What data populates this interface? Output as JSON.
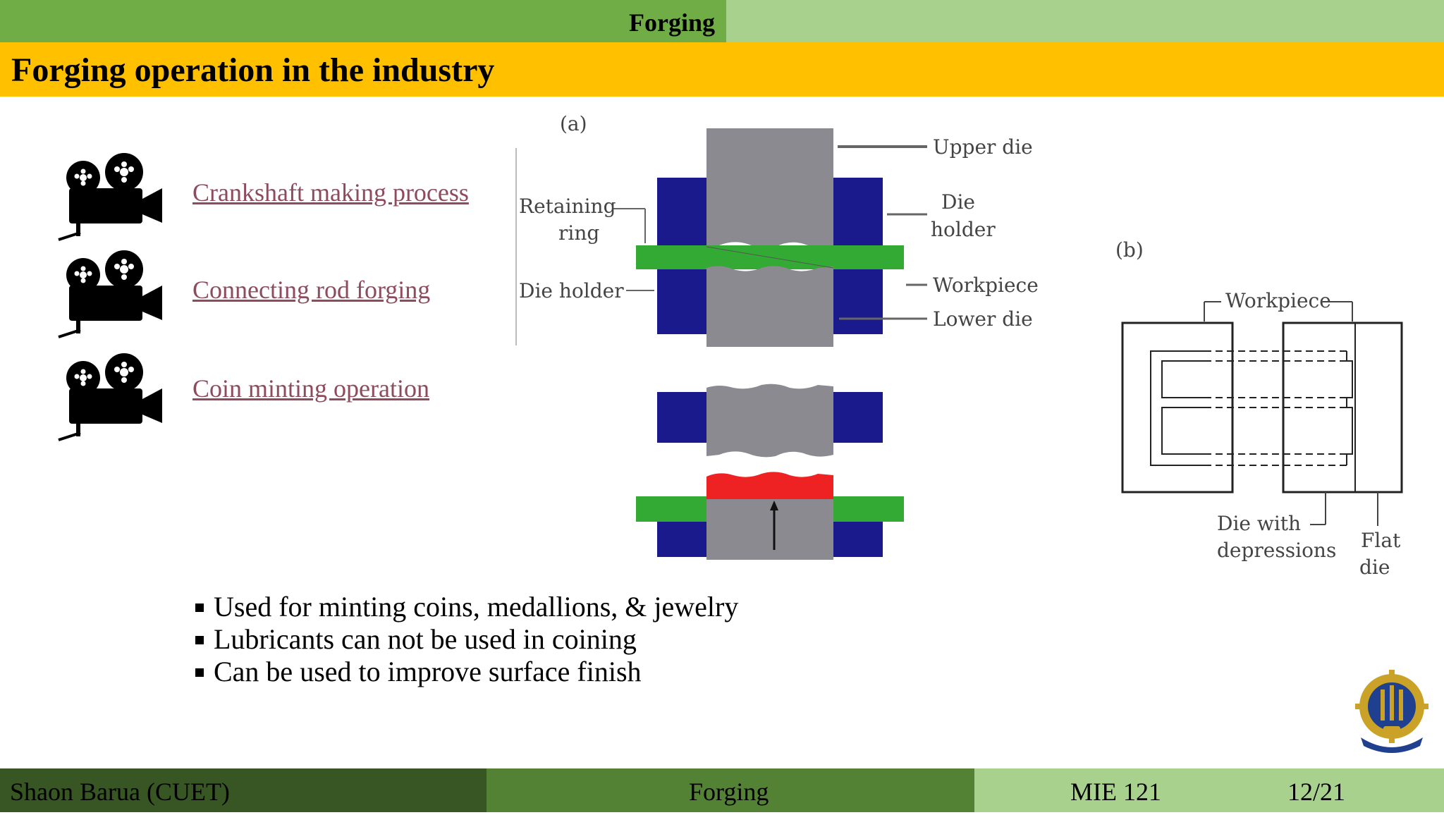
{
  "header": {
    "section_title": "Forging"
  },
  "slide": {
    "title": "Forging operation in the industry"
  },
  "videos": [
    {
      "label": "Crankshaft  making process",
      "icon": "video-camera-icon"
    },
    {
      "label": "Connecting rod forging",
      "icon": "video-camera-icon"
    },
    {
      "label": "Coin minting operation",
      "icon": "video-camera-icon"
    }
  ],
  "figure_a": {
    "tag": "(a)",
    "labels": {
      "upper_die": "Upper  die",
      "die_holder_right_1": "Die",
      "die_holder_right_2": "holder",
      "retaining_ring_1": "Retaining",
      "retaining_ring_2": "ring",
      "die_holder_left": "Die  holder",
      "workpiece": "Workpiece",
      "lower_die": "Lower  die"
    }
  },
  "figure_b": {
    "tag": "(b)",
    "labels": {
      "workpiece": "Workpiece",
      "die_with_1": "Die  with",
      "die_with_2": "depressions",
      "flat_1": "Flat",
      "flat_2": "die"
    }
  },
  "bullets": [
    "Used for minting coins, medallions, & jewelry",
    "Lubricants can not be used in coining",
    "Can be used to improve surface finish"
  ],
  "footer": {
    "author": "Shaon Barua (CUET)",
    "topic": "Forging",
    "course": "MIE 121",
    "page": "12/21"
  },
  "colors": {
    "header_dark_green": "#70ad47",
    "header_light_green": "#a9d18e",
    "title_bar": "#ffc000",
    "link": "#8e4b5e",
    "die_gray": "#8a8a90",
    "holder_blue": "#1a1a8c",
    "workpiece_green": "#33aa33",
    "coin_red": "#ee2222"
  }
}
